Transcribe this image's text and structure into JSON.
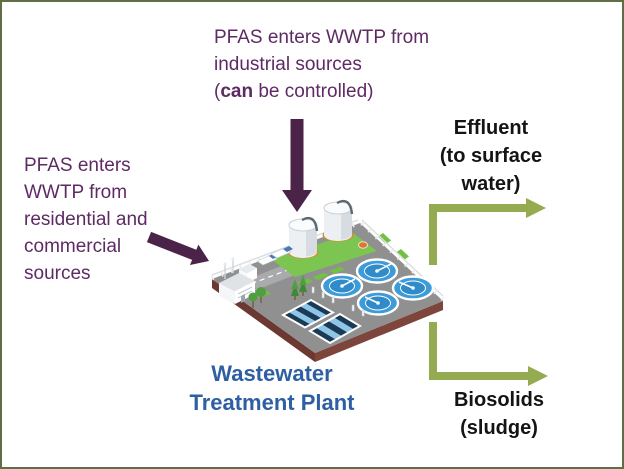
{
  "colors": {
    "purple_text": "#5e2a63",
    "purple_arrow": "#4b2349",
    "green_arrow": "#94ab51",
    "blue_text": "#2e5fa3",
    "black_text": "#141414",
    "frame_border": "#5f6e46"
  },
  "labels": {
    "industrial": {
      "line1": "PFAS enters WWTP from",
      "line2": "industrial sources",
      "line3_open": "(",
      "line3_bold": "can",
      "line3_rest": " be controlled)"
    },
    "residential": {
      "line1": "PFAS enters",
      "line2": "WWTP from",
      "line3": "residential and",
      "line4": "commercial",
      "line5": "sources"
    },
    "effluent": {
      "line1": "Effluent",
      "line2": "(to surface",
      "line3": "water)"
    },
    "biosolids": {
      "line1": "Biosolids",
      "line2": "(sludge)"
    },
    "plant": {
      "line1": "Wastewater",
      "line2": "Treatment Plant"
    }
  },
  "icons": {
    "industrial_arrow": "down-arrow",
    "residential_arrow": "diagonal-down-right-arrow",
    "effluent_arrow": "elbow-up-right-arrow",
    "biosolids_arrow": "elbow-down-right-arrow",
    "plant_illustration": "isometric-wastewater-treatment-plant"
  }
}
